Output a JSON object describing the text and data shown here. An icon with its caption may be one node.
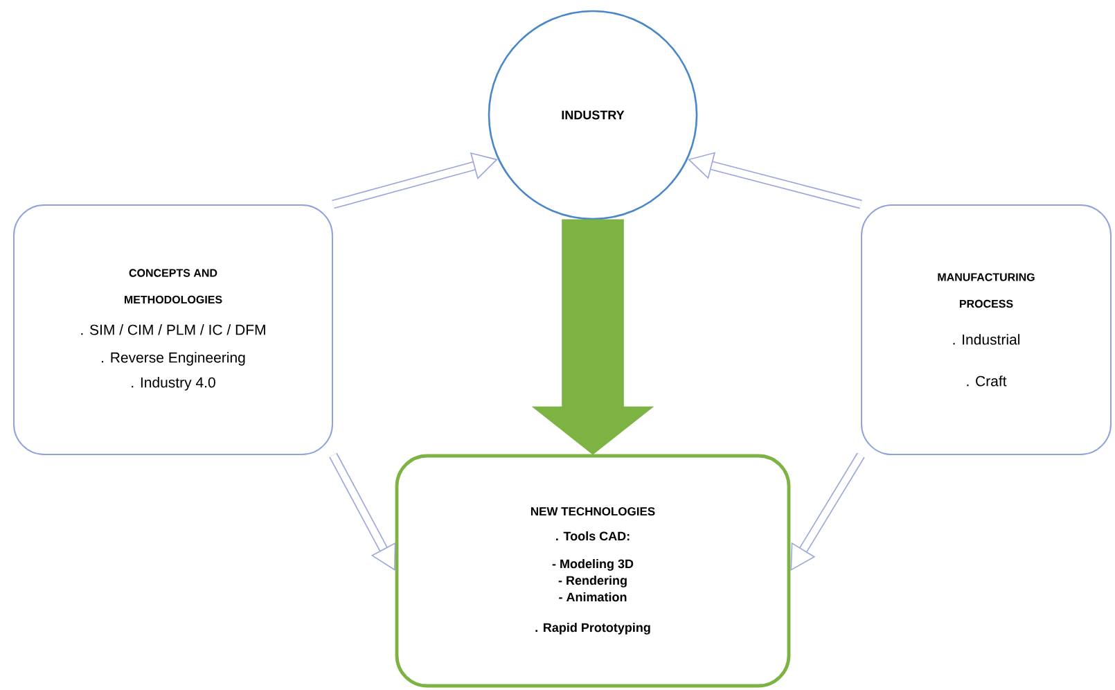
{
  "diagram": {
    "nodes": [
      {
        "text": [
          "INDUSTRY"
        ]
      },
      {
        "text": [
          "CONCEPTS AND METHODOLOGIES",
          ". SIM / CIM / PLM / IC / DFM",
          ". Reverse Engineering",
          ". Industry 4.0"
        ]
      },
      {
        "text": [
          "MANUFACTURING PROCESS",
          ". Industrial",
          ". Craft"
        ]
      },
      {
        "text": [
          "NEW TECHNOLOGIES",
          ". Tools CAD:",
          "- Modeling 3D",
          "- Rendering",
          "- Animation",
          ". Rapid Prototyping"
        ]
      }
    ],
    "edges": [
      {
        "from": 1,
        "to": 0,
        "arrow": "to"
      },
      {
        "from": 2,
        "to": 0,
        "arrow": "to"
      },
      {
        "from": 0,
        "to": 3,
        "arrow": "to",
        "style": "thick",
        "color": "#7cb342"
      },
      {
        "from": 1,
        "to": 3,
        "arrow": "to"
      },
      {
        "from": 2,
        "to": 3,
        "arrow": "to"
      }
    ]
  }
}
